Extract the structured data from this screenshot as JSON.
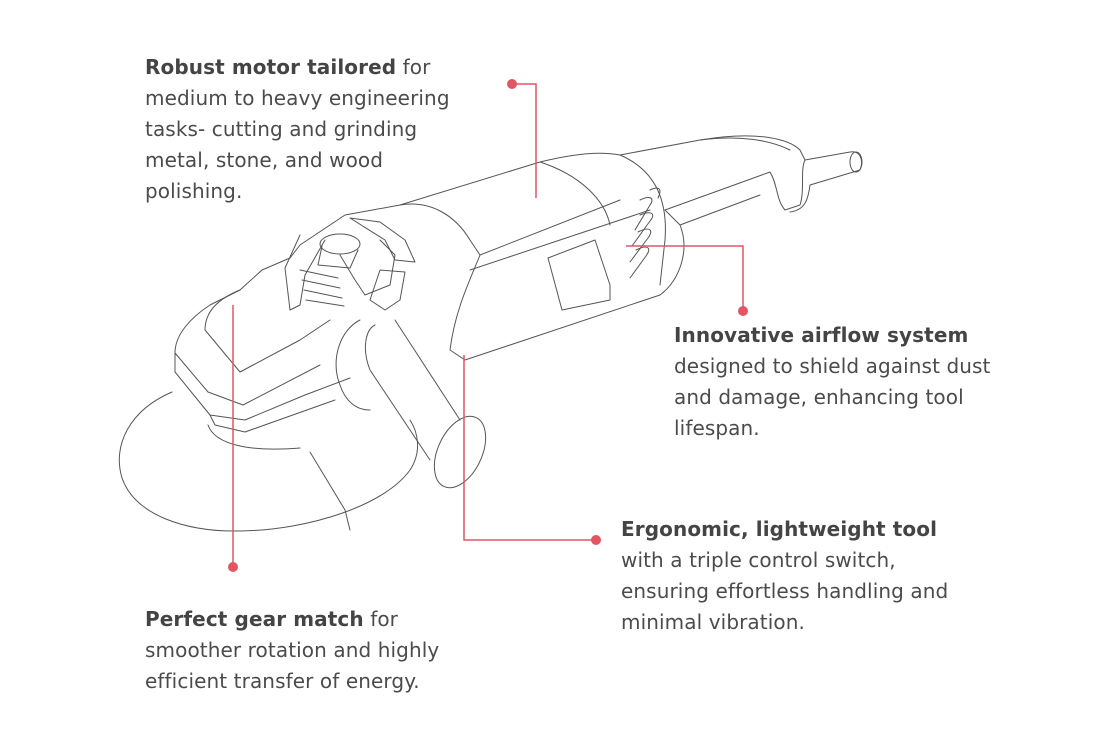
{
  "colors": {
    "accent": "#e25563",
    "text": "#4b4b4b",
    "outline": "#555555"
  },
  "callouts": [
    {
      "title": "Robust motor  tailored",
      "body": " for medium to heavy engineering tasks- cutting and grinding metal, stone, and wood polishing."
    },
    {
      "title": "Innovative airflow system",
      "body": " designed to shield against dust and damage, enhancing tool lifespan."
    },
    {
      "title": "Ergonomic, lightweight tool",
      "body": " with a triple control switch, ensuring effortless handling and minimal vibration."
    },
    {
      "title": "Perfect gear match",
      "body": " for smoother rotation and highly efficient transfer of energy."
    }
  ]
}
